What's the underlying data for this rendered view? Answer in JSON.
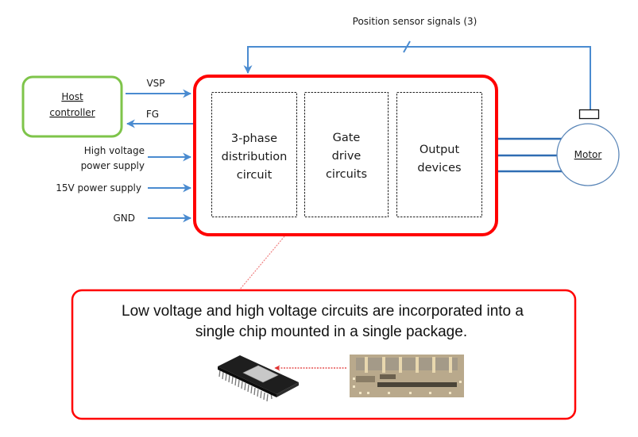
{
  "title": "Motor driver IC block diagram",
  "colors": {
    "signal_line": "#4a8bd0",
    "ic_border": "#ff0000",
    "host_border": "#7ec44a",
    "motor_border": "#5a86b8",
    "dashed_block": "#222222",
    "callout_connector": "#f08080"
  },
  "feedback": {
    "label": "Position sensor signals (3)"
  },
  "host": {
    "line1": "Host",
    "line2": "controller"
  },
  "signals": [
    {
      "id": "vsp",
      "label": "VSP",
      "direction": "to-ic"
    },
    {
      "id": "fg",
      "label": "FG",
      "direction": "to-host"
    },
    {
      "id": "hv",
      "label_line1": "High voltage",
      "label_line2": "power supply",
      "direction": "to-ic"
    },
    {
      "id": "v15",
      "label": "15V power supply",
      "direction": "to-ic"
    },
    {
      "id": "gnd",
      "label": "GND",
      "direction": "to-ic"
    }
  ],
  "blocks": [
    {
      "lines": [
        "3-phase",
        "distribution",
        "circuit"
      ]
    },
    {
      "lines": [
        "Gate",
        "drive",
        "circuits"
      ]
    },
    {
      "lines": [
        "Output",
        "devices"
      ]
    }
  ],
  "motor": {
    "label": "Motor",
    "phase_lines": 3
  },
  "callout": {
    "line1": "Low voltage and high voltage circuits are incorporated into a",
    "line2": "single chip mounted in a single package."
  },
  "illustrations": {
    "package": "ic-package-icon",
    "die": "chip-die-photo"
  }
}
